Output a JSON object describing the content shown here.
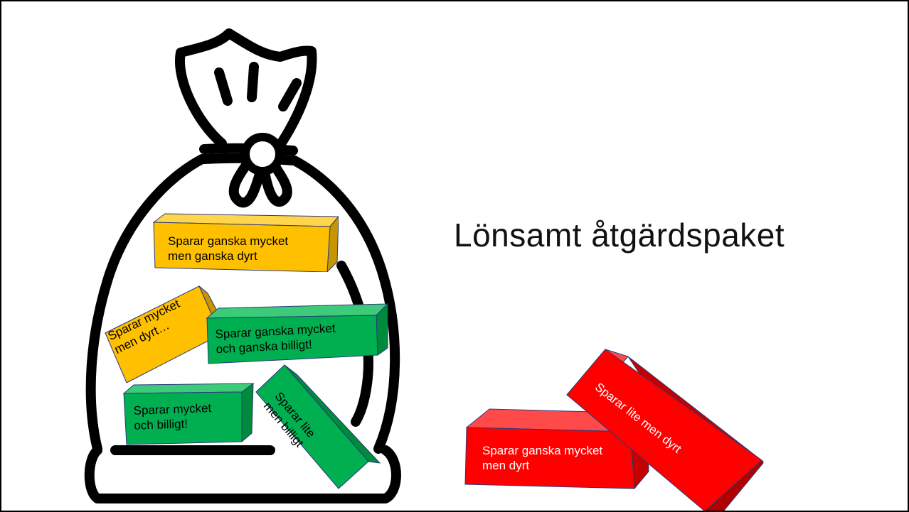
{
  "title": "Lönsamt åtgärdspaket",
  "colors": {
    "yellow": "#FFC000",
    "green": "#00B050",
    "red": "#FF0000",
    "outline": "#000000"
  },
  "bag_icon": "money-bag-icon",
  "bricks": {
    "yellow_top": "Sparar ganska mycket\nmen ganska dyrt",
    "yellow_tilted": "Sparar mycket\nmen dyrt…",
    "green_top": "Sparar ganska mycket\noch ganska billigt!",
    "green_bottom": "Sparar mycket\noch billigt!",
    "green_tilted": "Sparar lite\nmen billigt",
    "red_flat": "Sparar ganska mycket\nmen dyrt",
    "red_tilted": "Sparar lite men dyrt"
  }
}
